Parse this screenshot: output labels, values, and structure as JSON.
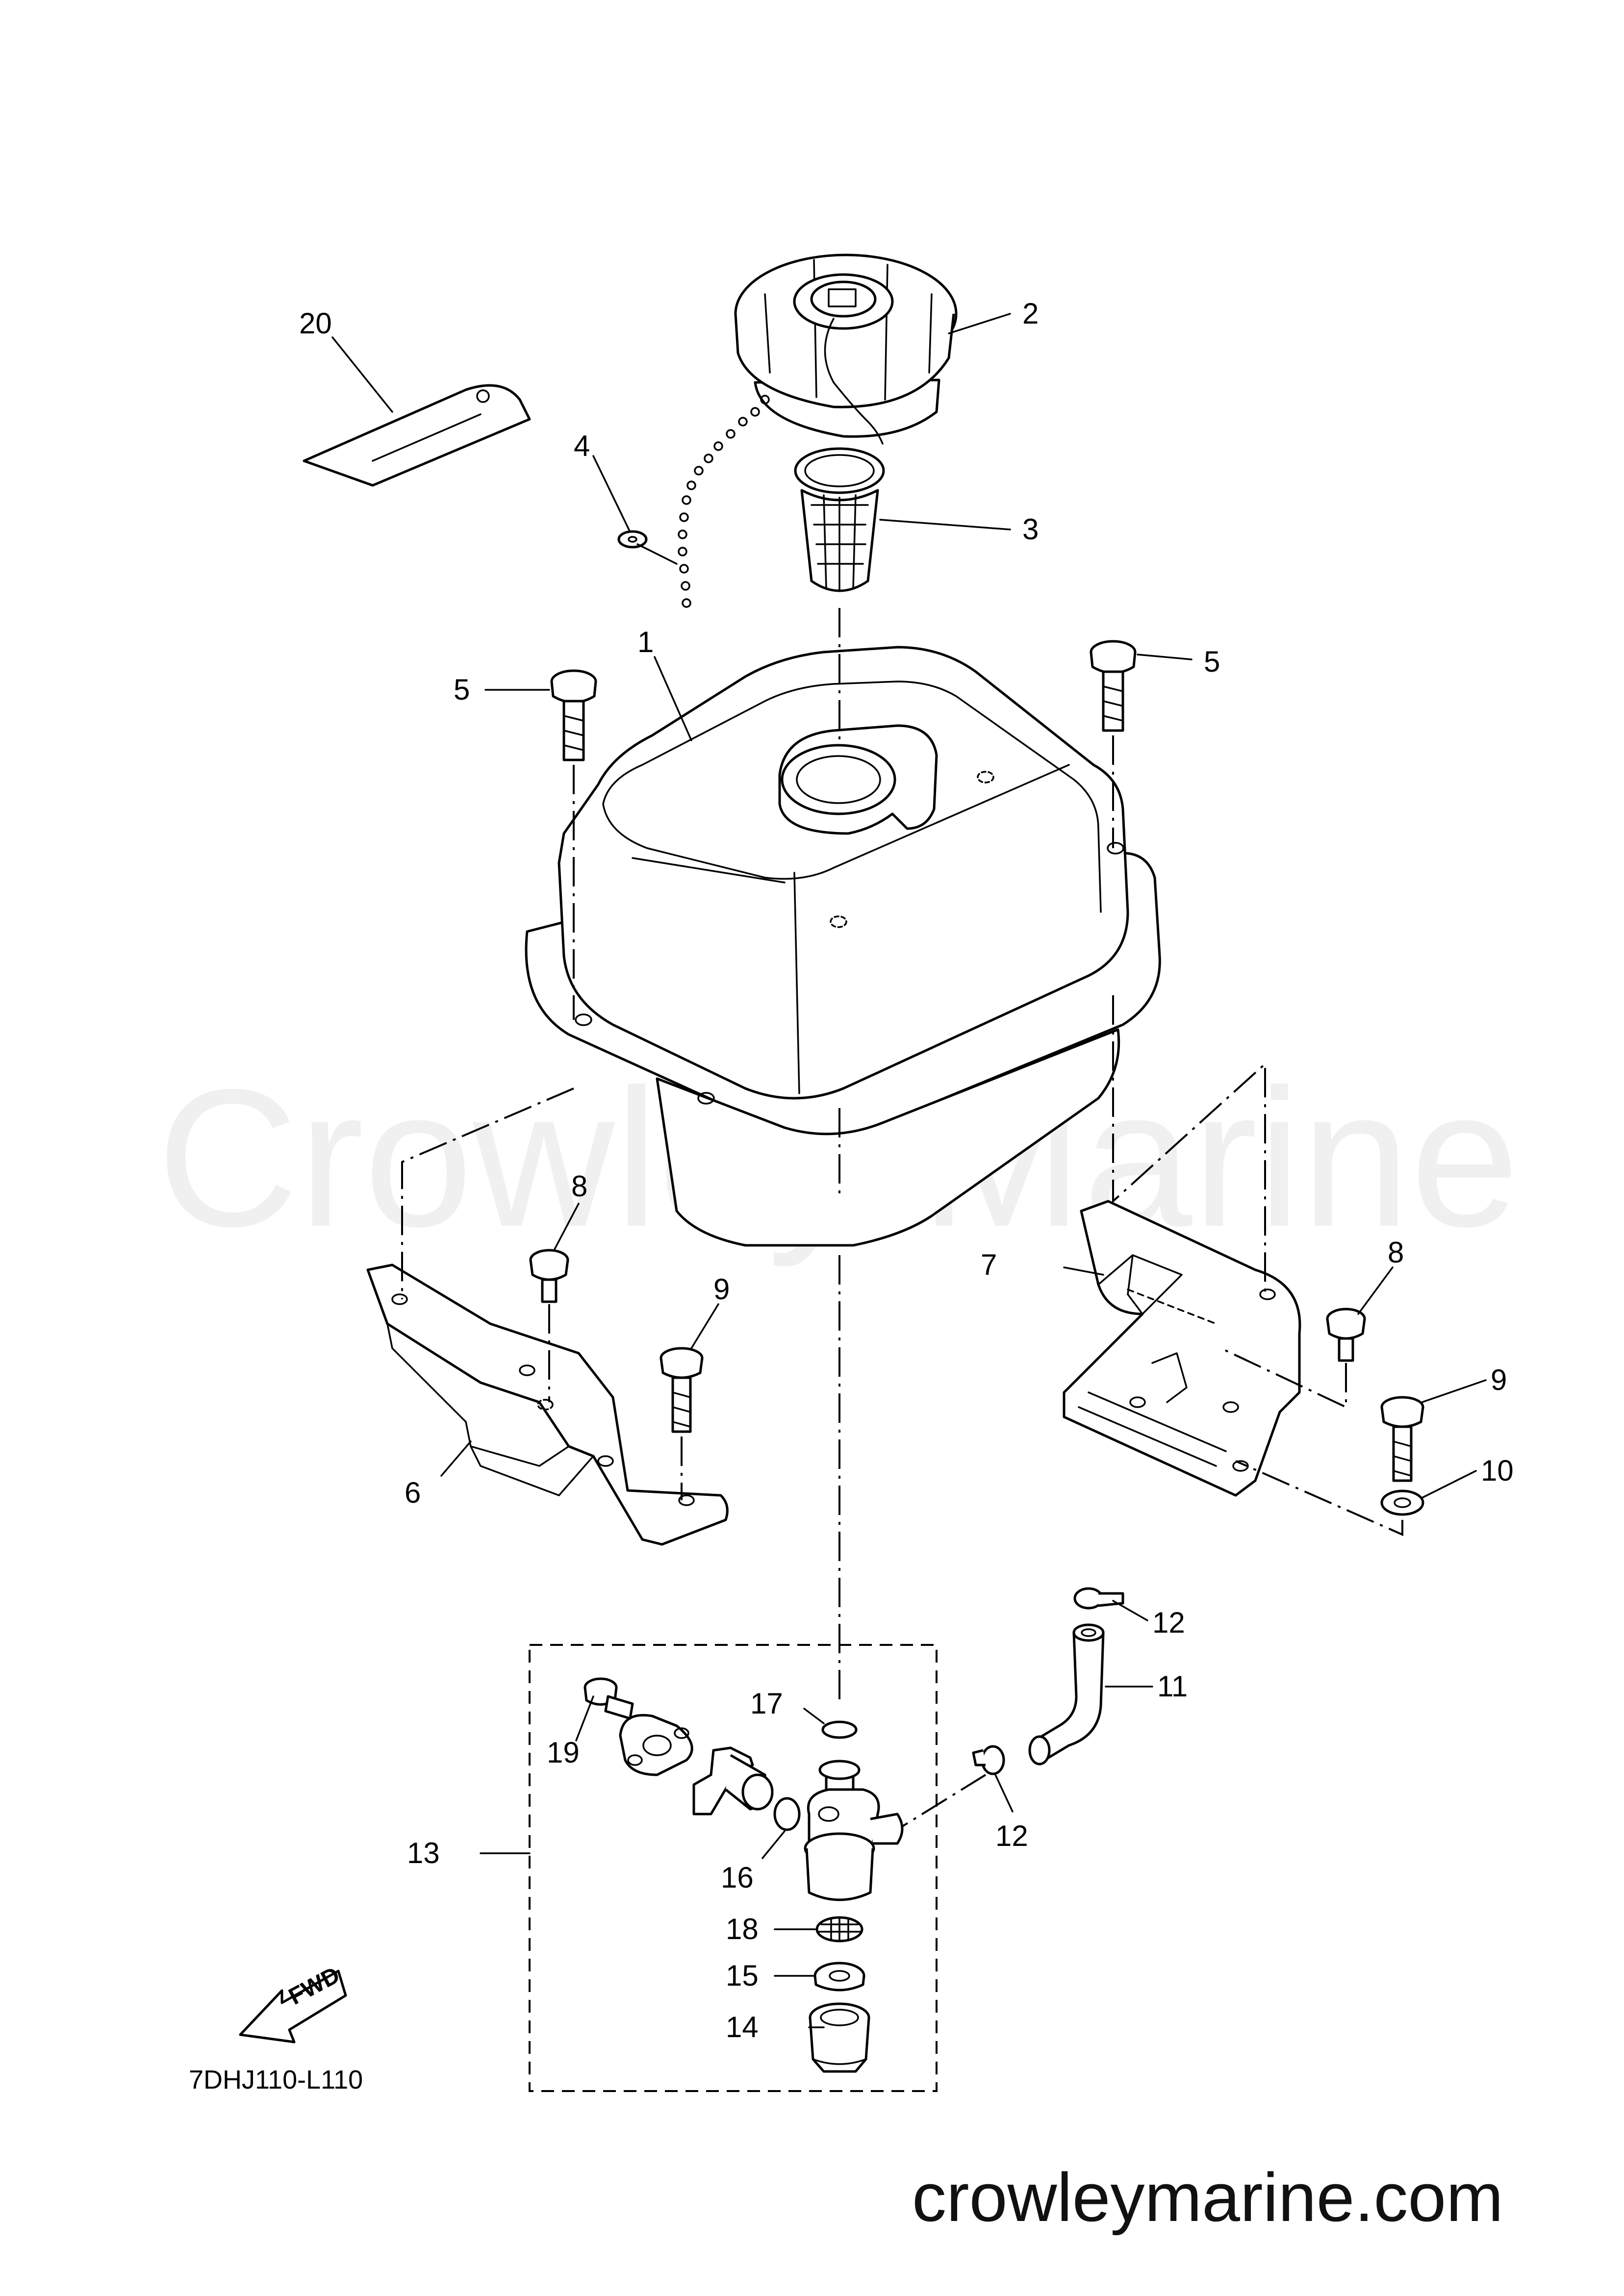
{
  "parts": [
    {
      "id": "1",
      "name": "fuel-tank"
    },
    {
      "id": "2",
      "name": "fuel-cap"
    },
    {
      "id": "3",
      "name": "strainer"
    },
    {
      "id": "4",
      "name": "small-washer"
    },
    {
      "id": "5",
      "name": "bolt"
    },
    {
      "id": "6",
      "name": "bracket-left"
    },
    {
      "id": "7",
      "name": "bracket-right"
    },
    {
      "id": "8",
      "name": "grommet"
    },
    {
      "id": "9",
      "name": "bolt"
    },
    {
      "id": "10",
      "name": "washer"
    },
    {
      "id": "11",
      "name": "fuel-hose"
    },
    {
      "id": "12",
      "name": "clip"
    },
    {
      "id": "13",
      "name": "fuel-cock-assembly"
    },
    {
      "id": "14",
      "name": "cup"
    },
    {
      "id": "15",
      "name": "gasket"
    },
    {
      "id": "16",
      "name": "o-ring"
    },
    {
      "id": "17",
      "name": "o-ring"
    },
    {
      "id": "18",
      "name": "filter"
    },
    {
      "id": "19",
      "name": "screw"
    },
    {
      "id": "20",
      "name": "label"
    }
  ],
  "callouts": {
    "c1": "1",
    "c2": "2",
    "c3": "3",
    "c4": "4",
    "c5a": "5",
    "c5b": "5",
    "c6": "6",
    "c7": "7",
    "c8a": "8",
    "c8b": "8",
    "c9a": "9",
    "c9b": "9",
    "c10": "10",
    "c11": "11",
    "c12a": "12",
    "c12b": "12",
    "c13": "13",
    "c14": "14",
    "c15": "15",
    "c16": "16",
    "c17": "17",
    "c18": "18",
    "c19": "19",
    "c20": "20"
  },
  "fwd_label": "FWD",
  "diagram_code": "7DHJ110-L110",
  "watermark": "Crowley Marine",
  "site": "crowleymarine.com"
}
